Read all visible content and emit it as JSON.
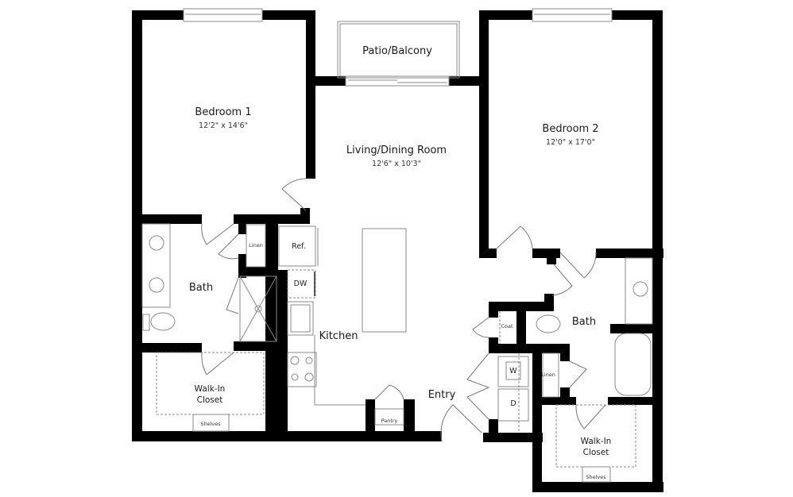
{
  "floor_plan": {
    "rooms": {
      "bedroom1": {
        "name": "Bedroom 1",
        "dimensions": "12'2\" x 14'6\""
      },
      "patio": {
        "name": "Patio/Balcony"
      },
      "living": {
        "name": "Living/Dining Room",
        "dimensions": "12'6\" x 10'3\""
      },
      "bedroom2": {
        "name": "Bedroom 2",
        "dimensions": "12'0\" x 17'0\""
      },
      "bath1": {
        "name": "Bath"
      },
      "bath2": {
        "name": "Bath"
      },
      "kitchen": {
        "name": "Kitchen"
      },
      "entry": {
        "name": "Entry"
      },
      "closet1": {
        "line1": "Walk-In",
        "line2": "Closet"
      },
      "closet2": {
        "line1": "Walk-In",
        "line2": "Closet"
      }
    },
    "fixtures": {
      "refrigerator": "Ref.",
      "dishwasher": "DW",
      "linen1": "Linen",
      "linen2": "Linen",
      "coat": "Coat",
      "washer": "W",
      "dryer": "D",
      "pantry": "Pantry",
      "shelves1": "Shelves",
      "shelves2": "Shelves"
    },
    "colors": {
      "wall": "#000000",
      "line": "#888888",
      "background": "#ffffff"
    }
  }
}
